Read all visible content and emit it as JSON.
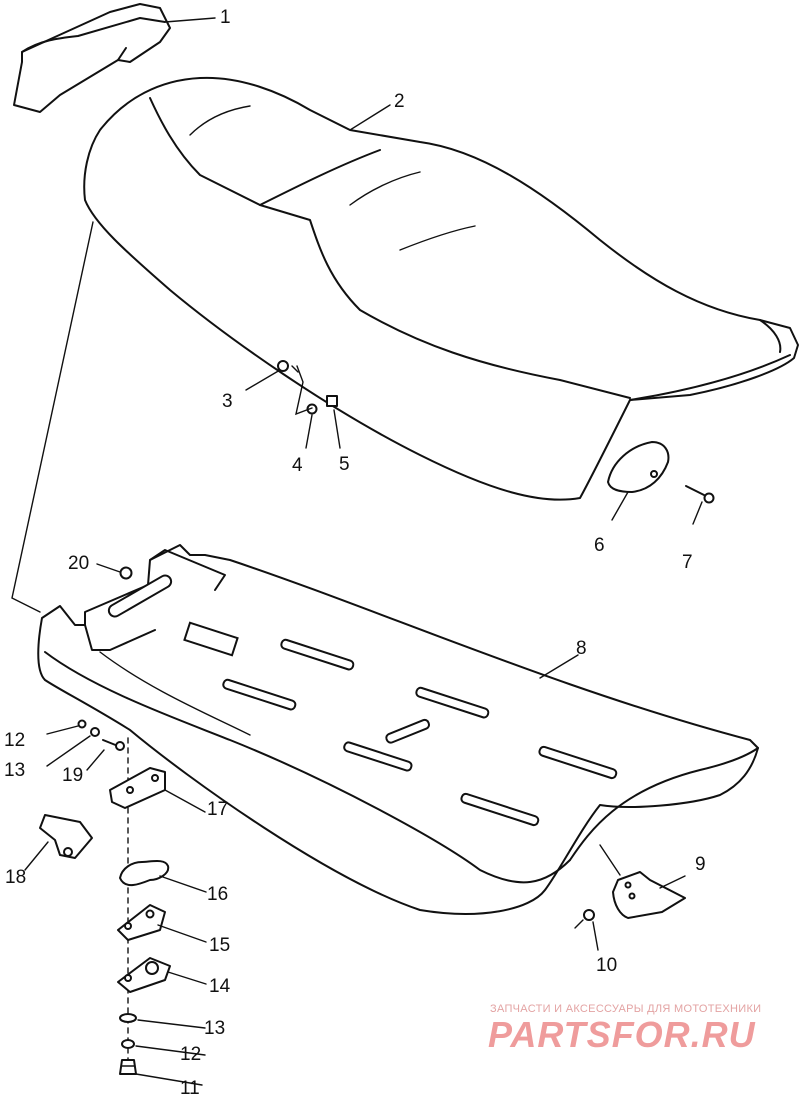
{
  "callouts": {
    "c1": "1",
    "c2": "2",
    "c3": "3",
    "c4": "4",
    "c5": "5",
    "c6": "6",
    "c7": "7",
    "c8": "8",
    "c9": "9",
    "c10": "10",
    "c11": "11",
    "c12a": "12",
    "c12b": "12",
    "c13a": "13",
    "c13b": "13",
    "c14": "14",
    "c15": "15",
    "c16": "16",
    "c17": "17",
    "c18": "18",
    "c19": "19",
    "c20": "20"
  },
  "watermark": {
    "tagline": "ЗАПЧАСТИ И АКСЕССУАРЫ ДЛЯ МОТОТЕХНИКИ",
    "brand": "PARTSFOR.RU"
  },
  "colors": {
    "line": "#111111",
    "watermark": "#ef9c9c"
  }
}
